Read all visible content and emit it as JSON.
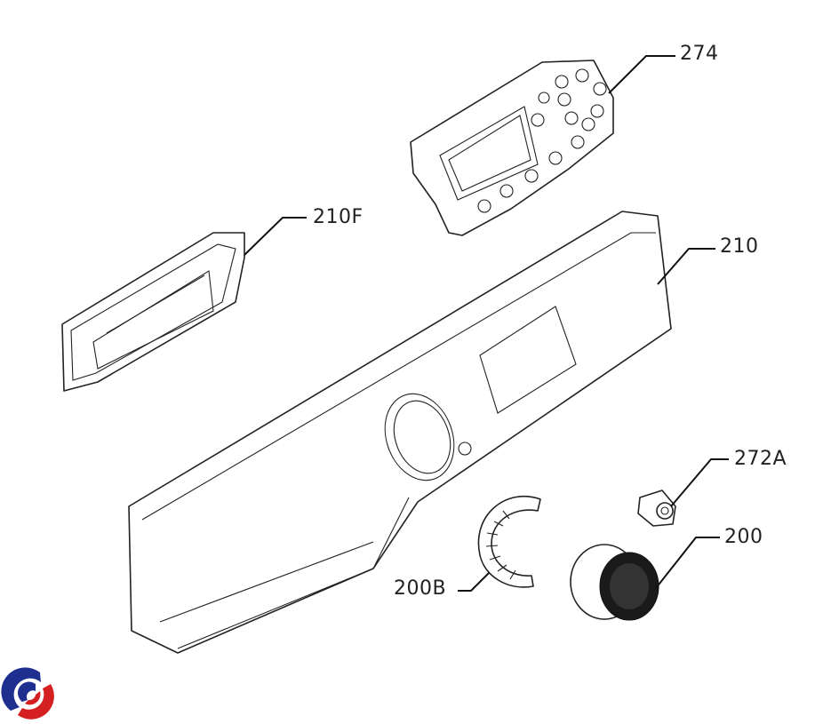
{
  "diagram": {
    "callouts": [
      {
        "id": "274",
        "label": "274"
      },
      {
        "id": "210F",
        "label": "210F"
      },
      {
        "id": "210",
        "label": "210"
      },
      {
        "id": "272A",
        "label": "272A"
      },
      {
        "id": "200",
        "label": "200"
      },
      {
        "id": "200B",
        "label": "200B"
      }
    ],
    "logo": {
      "colors": [
        "#1f2f8f",
        "#d42020"
      ]
    }
  }
}
